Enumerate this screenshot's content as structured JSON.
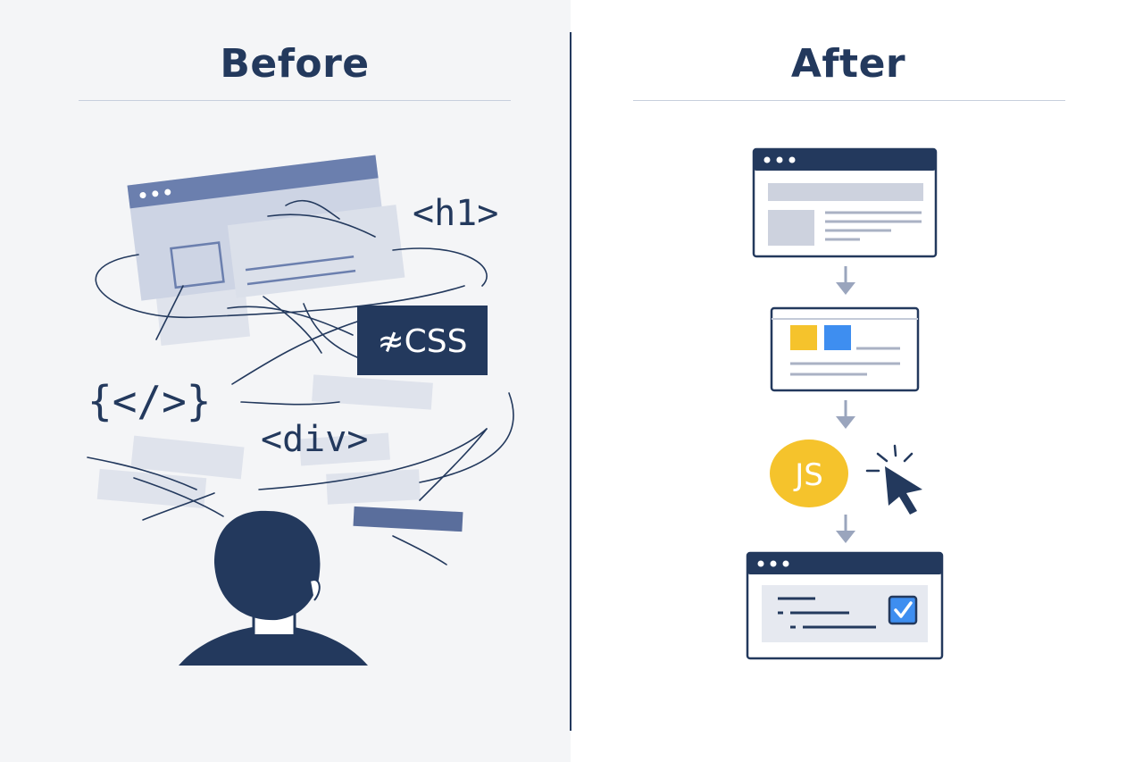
{
  "before": {
    "title": "Before",
    "tags": {
      "h1": "<h1>",
      "css": "≉CSS",
      "braces": "{</>}",
      "div": "<div>"
    }
  },
  "after": {
    "title": "After",
    "js_badge": "JS"
  },
  "colors": {
    "navy": "#23395d",
    "steel": "#6b7fae",
    "pale": "#cdd4e4",
    "yellow": "#f5c32c",
    "blue": "#3e8ef0",
    "arrow": "#9aa5bd"
  }
}
